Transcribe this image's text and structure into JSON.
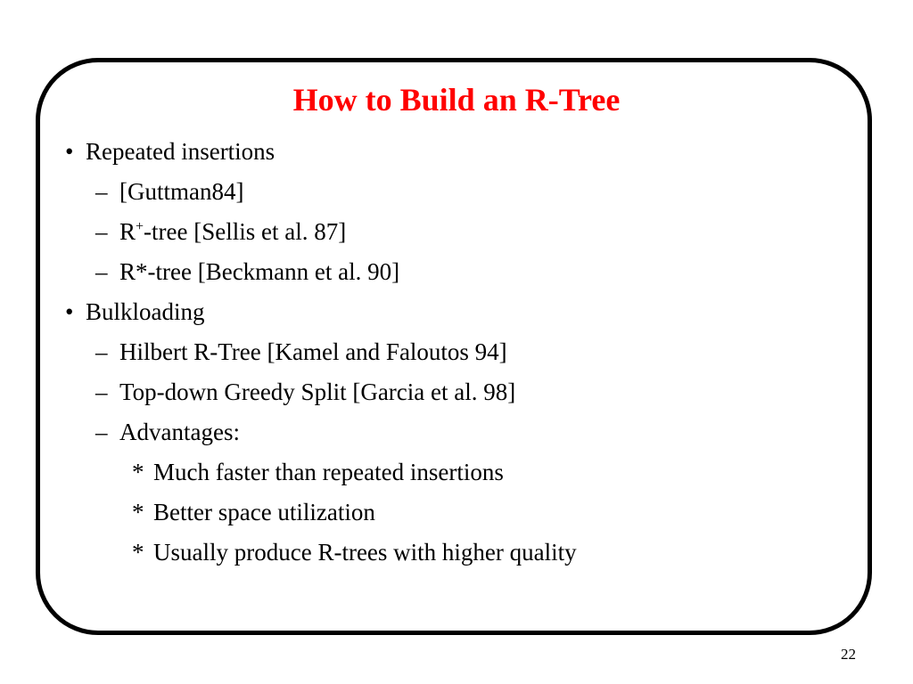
{
  "slide": {
    "title": "How to Build an R-Tree",
    "page_number": "22",
    "title_color": "#ff0000",
    "bullet_marker": "•",
    "dash_marker": "–",
    "star_marker": "*",
    "items": {
      "repeated_insertions": "Repeated insertions",
      "guttman": "[Guttman84]",
      "rplus_r": "R",
      "rplus_sup": "+",
      "rplus_rest": "-tree [Sellis et al. 87]",
      "rstar": "R*-tree [Beckmann et al. 90]",
      "bulkloading": "Bulkloading",
      "hilbert": "Hilbert R-Tree [Kamel and Faloutos 94]",
      "topdown": "Top-down Greedy Split [Garcia et al. 98]",
      "advantages": "Advantages:",
      "faster": "Much faster than repeated insertions",
      "space": "Better space utilization",
      "quality": "Usually produce R-trees with higher quality"
    }
  }
}
